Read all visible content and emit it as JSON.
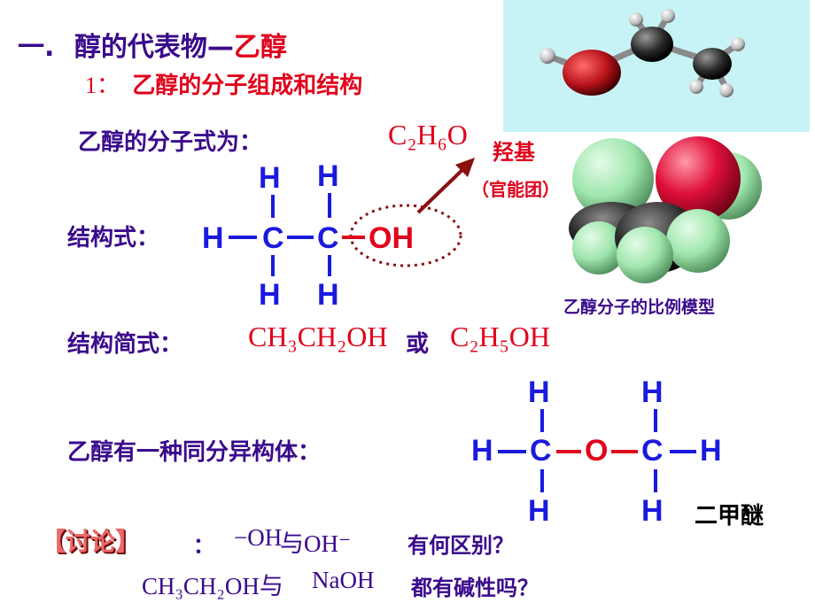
{
  "title": {
    "number": "一.",
    "prefix": "醇的代表物—",
    "name": "乙醇"
  },
  "subtitle": {
    "index": "1：",
    "text": "乙醇的分子组成和结构"
  },
  "molecular_formula": {
    "label": "乙醇的分子式为：",
    "formula": "C₂H₆O"
  },
  "functional_group": {
    "name": "羟基",
    "note": "（官能团）"
  },
  "structural_formula": {
    "label": "结构式：",
    "atoms": {
      "H": "H",
      "C": "C",
      "OH": "OH"
    }
  },
  "condensed_formula": {
    "label": "结构简式：",
    "formula_1": "CH₃CH₂OH",
    "connector": "或",
    "formula_2": "C₂H₅OH"
  },
  "isomer": {
    "label": "乙醇有一种同分异构体：",
    "atoms": {
      "H": "H",
      "C": "C",
      "O": "O"
    },
    "name": "二甲醚"
  },
  "models": {
    "space_filling_caption": "乙醇分子的比例模型"
  },
  "discussion": {
    "tag": "【讨论】",
    "colon": "：",
    "q1_part1": "−OH",
    "q1_mid": "与OH⁻",
    "q1_part2": "有何区别？",
    "q2_part1": "CH₃CH₂OH与",
    "q2_mid": "NaOH",
    "q2_part2": "都有碱性吗？"
  },
  "colors": {
    "heading_red": "#e0001b",
    "text_blue": "#1a1adf",
    "text_purple": "#3a0a8c",
    "model_background": "#c8f3f6"
  }
}
